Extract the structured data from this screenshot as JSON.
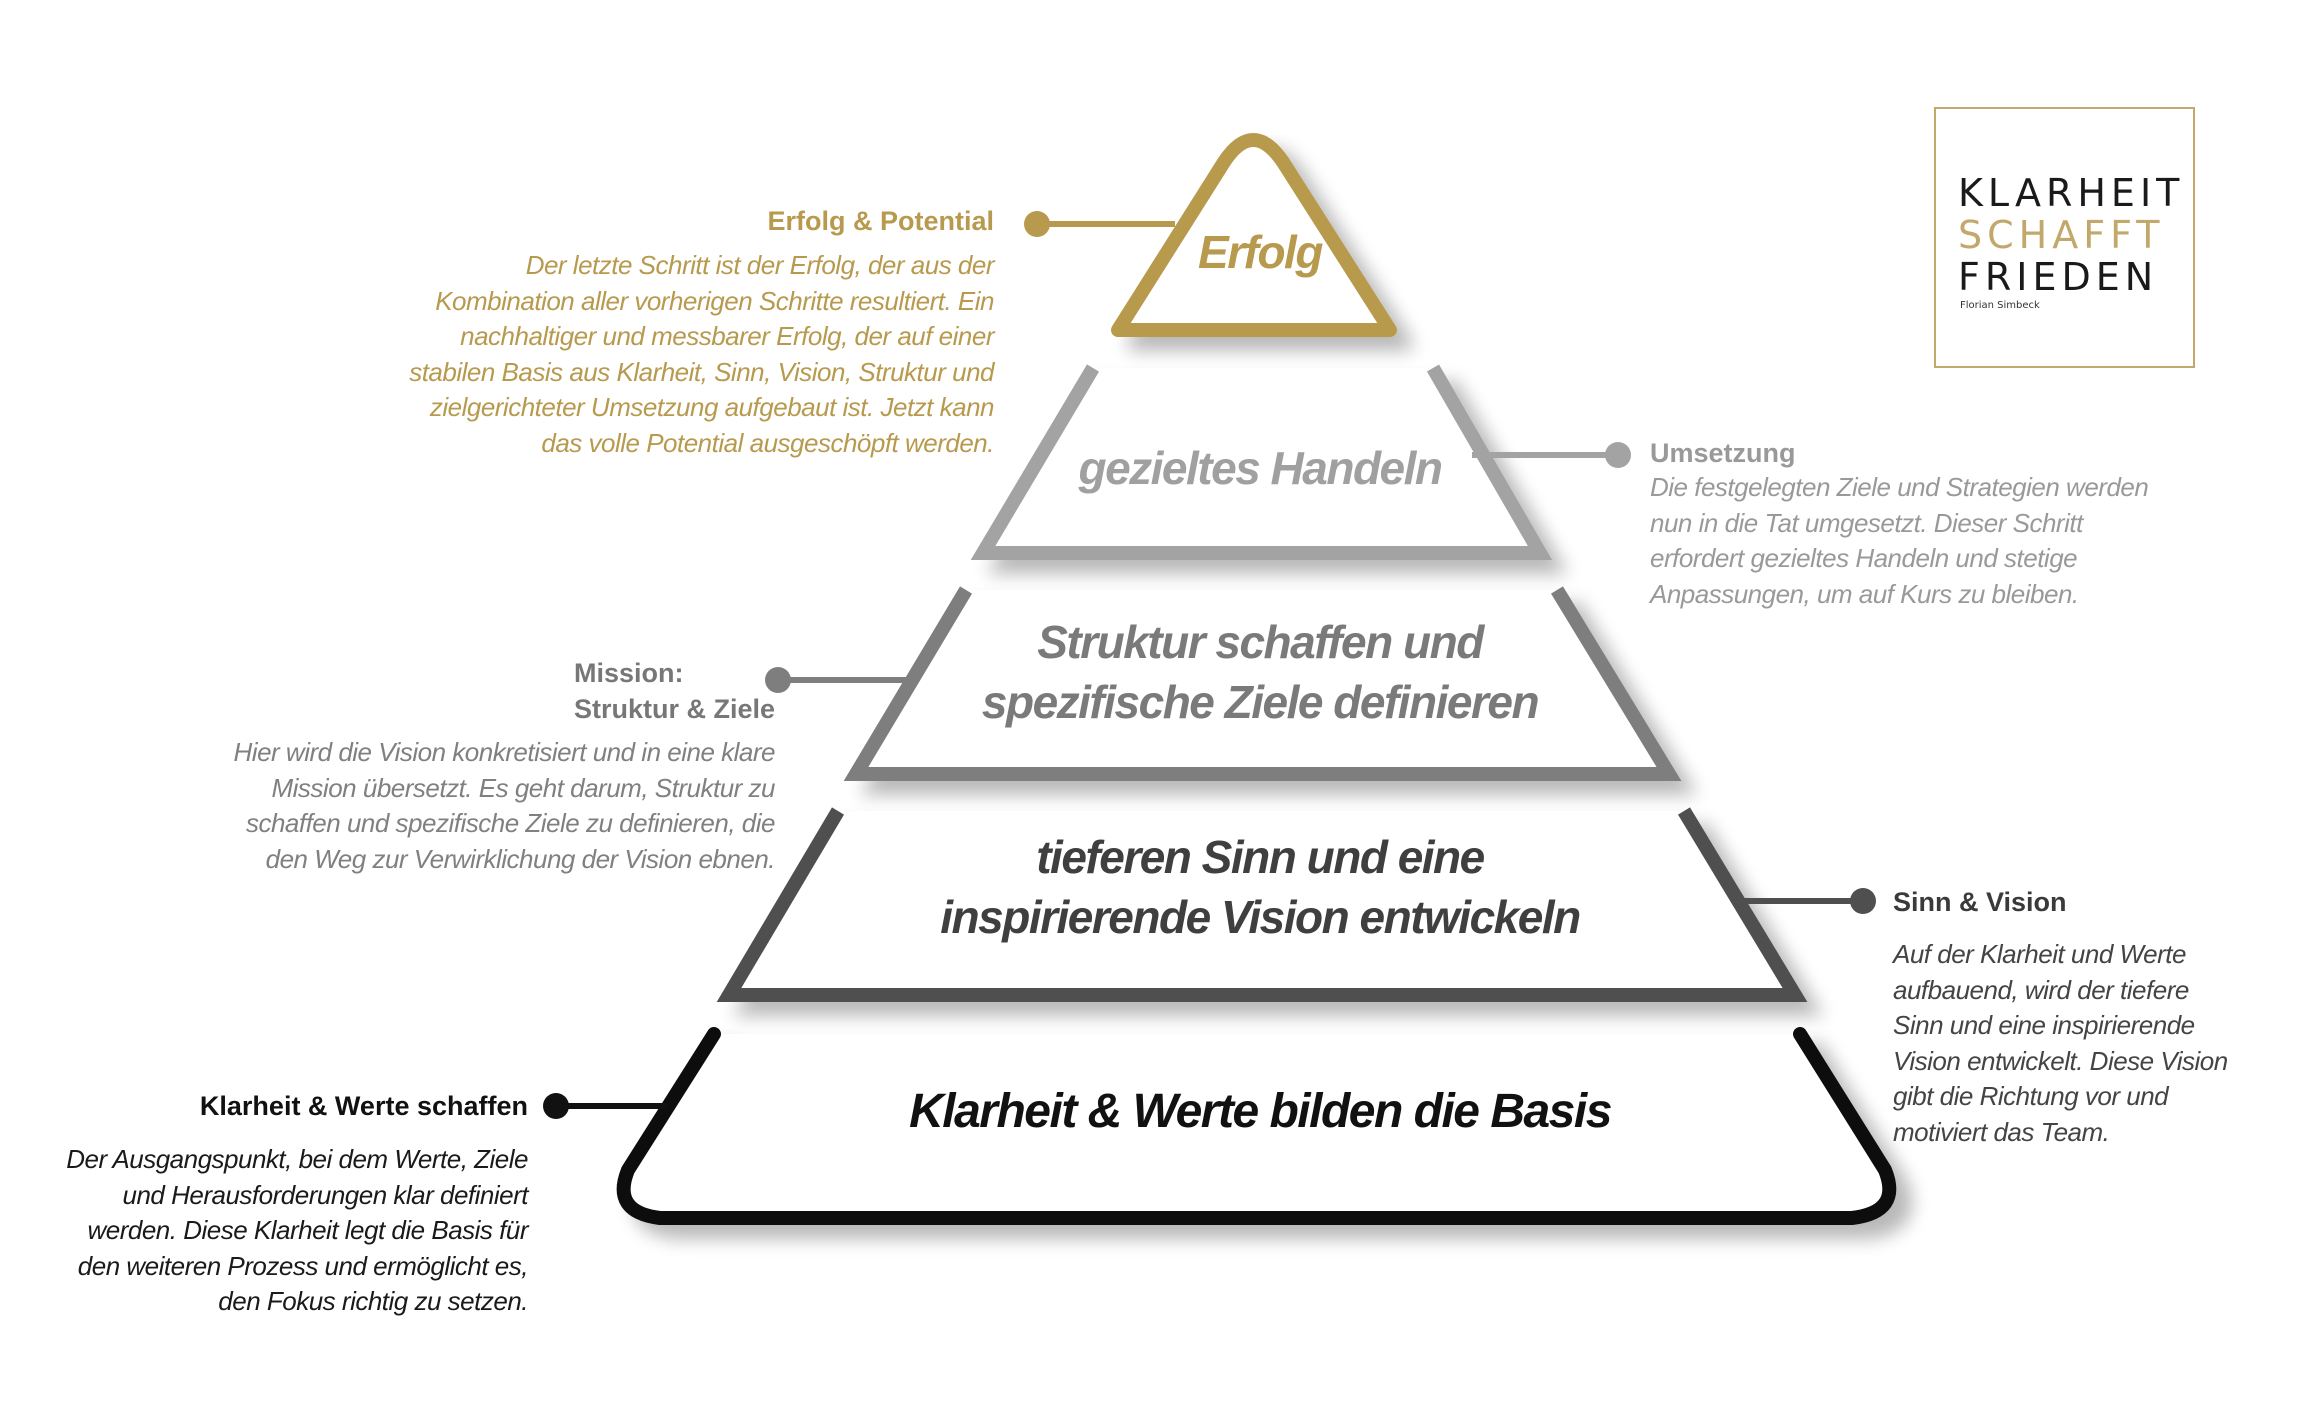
{
  "pyramid": {
    "levels": [
      {
        "label": "Erfolg"
      },
      {
        "label": "gezieltes Handeln"
      },
      {
        "label_line1": "Struktur schaffen und",
        "label_line2": "spezifische Ziele definieren"
      },
      {
        "label_line1": "tieferen Sinn und eine",
        "label_line2": "inspirierende Vision entwickeln"
      },
      {
        "label": "Klarheit & Werte bilden die Basis"
      }
    ]
  },
  "descriptions": {
    "erfolg": {
      "title": "Erfolg & Potential",
      "lines": [
        "Der letzte Schritt ist der Erfolg, der aus der",
        "Kombination aller vorherigen Schritte resultiert. Ein",
        "nachhaltiger und messbarer Erfolg, der auf einer",
        "stabilen Basis aus Klarheit, Sinn, Vision, Struktur und",
        "zielgerichteter Umsetzung aufgebaut ist. Jetzt kann",
        "das volle Potential ausgeschöpft werden."
      ]
    },
    "umsetzung": {
      "title": "Umsetzung",
      "lines": [
        "Die festgelegten Ziele und Strategien werden",
        "nun in die Tat umgesetzt. Dieser Schritt",
        "erfordert gezieltes Handeln und stetige",
        "Anpassungen, um auf Kurs zu bleiben."
      ]
    },
    "mission": {
      "title_line1": "Mission:",
      "title_line2": "Struktur & Ziele",
      "lines": [
        "Hier wird die Vision konkretisiert und in eine klare",
        "Mission übersetzt. Es geht darum, Struktur zu",
        "schaffen und spezifische Ziele zu definieren, die",
        "den Weg zur Verwirklichung der Vision ebnen."
      ]
    },
    "sinn": {
      "title": "Sinn & Vision",
      "lines": [
        "Auf der Klarheit und Werte",
        "aufbauend, wird der tiefere",
        "Sinn und eine inspirierende",
        "Vision entwickelt. Diese Vision",
        "gibt die Richtung vor und",
        "motiviert das Team."
      ]
    },
    "klarheit": {
      "title": "Klarheit & Werte schaffen",
      "lines": [
        "Der Ausgangspunkt, bei dem Werte, Ziele",
        "und Herausforderungen klar definiert",
        "werden. Diese Klarheit legt die Basis für",
        "den weiteren Prozess und ermöglicht es,",
        "den Fokus richtig zu setzen."
      ]
    }
  },
  "logo": {
    "line1": "KLARHEIT",
    "line2": "SCHAFFT",
    "line3": "FRIEDEN",
    "sub": "Florian Simbeck"
  },
  "colors": {
    "gold": "#b89a4e",
    "light_gray": "#a3a3a3",
    "mid_gray": "#7e7e7e",
    "dark_gray": "#4f4f4f",
    "black": "#111111"
  }
}
